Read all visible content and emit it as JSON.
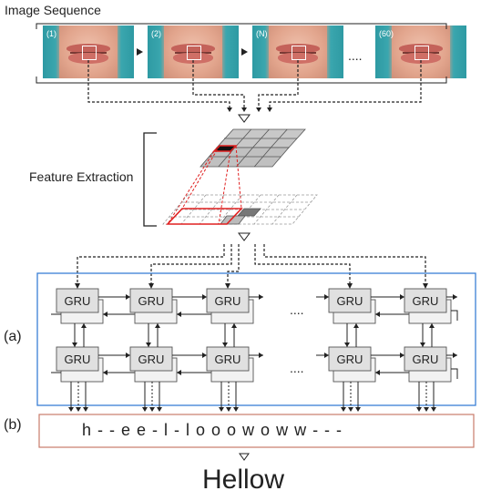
{
  "title": "Image Sequence",
  "frames": [
    "(1)",
    "(2)",
    "(N)",
    "(60)"
  ],
  "ellipsis": "....",
  "feature_label": "Feature Extraction",
  "gru_label": "GRU",
  "panel_a": "(a)",
  "panel_b": "(b)",
  "ctc_sequence": "h - - e e - l - l o o o w o w w - - -",
  "output_word": "Hellow",
  "colors": {
    "highlight": "#e02020",
    "panel_border": "#3a7fd5",
    "ctc_border": "#c97b6a",
    "gru_fill": "#e0e0e0"
  }
}
